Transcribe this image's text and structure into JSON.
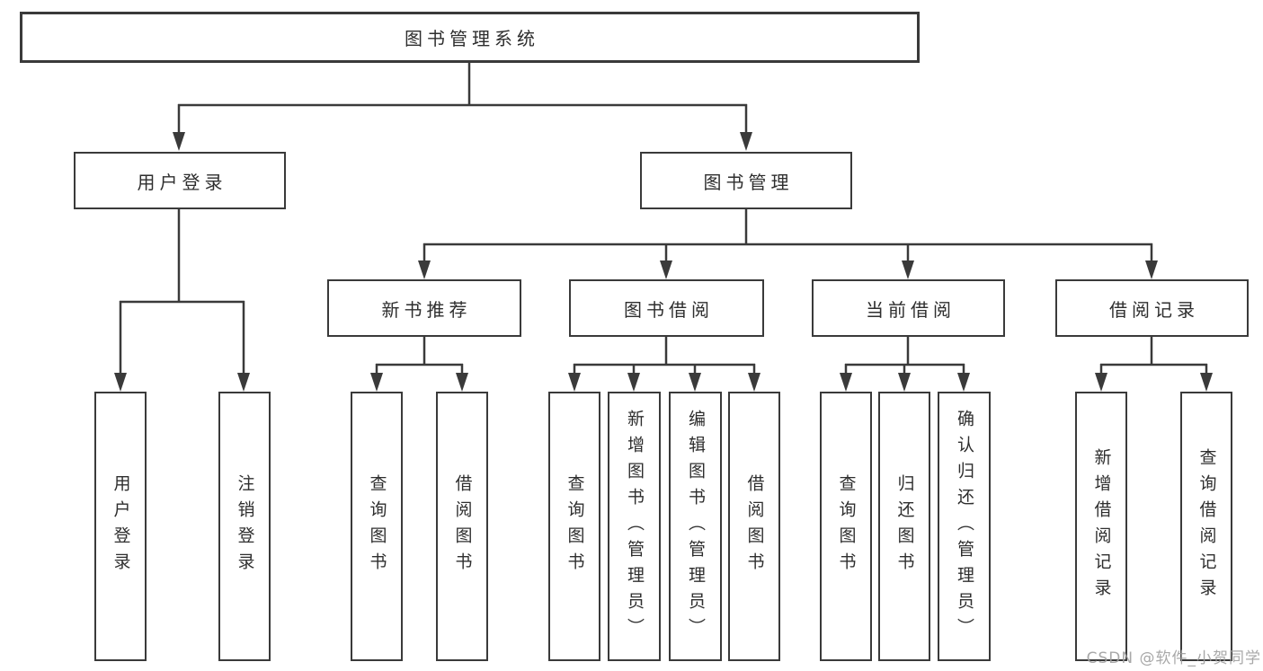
{
  "diagram": {
    "title": "图书管理系统",
    "nodes": {
      "root": "图书管理系统",
      "user_login": "用户登录",
      "book_mgmt": "图书管理",
      "new_book_rec": "新书推荐",
      "book_borrow": "图书借阅",
      "current_borrow": "当前借阅",
      "borrow_records": "借阅记录",
      "leaf_user_login": "用户登录",
      "leaf_logout": "注销登录",
      "leaf_rec_query": "查询图书",
      "leaf_rec_borrow": "借阅图书",
      "leaf_bb_query": "查询图书",
      "leaf_bb_add": "新增图书（管理员）",
      "leaf_bb_edit": "编辑图书（管理员）",
      "leaf_bb_borrow": "借阅图书",
      "leaf_cb_query": "查询图书",
      "leaf_cb_return": "归还图书",
      "leaf_cb_confirm": "确认归还（管理员）",
      "leaf_br_add": "新增借阅记录",
      "leaf_br_query": "查询借阅记录"
    },
    "watermark": "CSDN @软件_小贺同学"
  }
}
